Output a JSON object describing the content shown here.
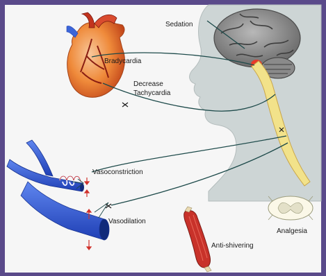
{
  "labels": {
    "sedation": "Sedation",
    "bradycardia": "Bradycardia",
    "decrease": "Decrease",
    "tachycardia": "Tachycardia",
    "vasoconstriction": "Vasoconstriction",
    "vasodilation": "Vasodilation",
    "anti_shivering": "Anti-shivering",
    "analgesia": "Analgesia"
  },
  "colors": {
    "frame": "#5a4a8a",
    "background": "#f6f6f6",
    "head": "#cdd5d5",
    "spinal_cord": "#f2e28a",
    "vessel": "#2f59d6",
    "heart": "#e8722a",
    "muscle": "#c8322a"
  }
}
